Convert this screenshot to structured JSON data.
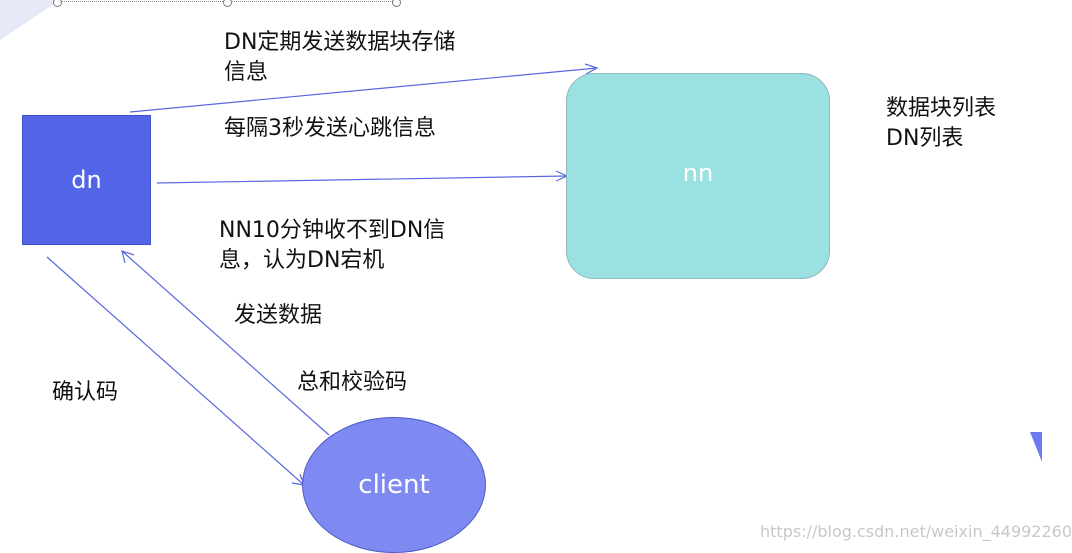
{
  "nodes": {
    "dn": "dn",
    "nn": "nn",
    "client": "client"
  },
  "labels": {
    "heartbeat_block_report_line1": "DN定期发送数据块存储",
    "heartbeat_block_report_line2": "信息",
    "heartbeat_interval": "每隔3秒发送心跳信息",
    "timeout_line1": "NN10分钟收不到DN信",
    "timeout_line2": "息，认为DN宕机",
    "send_data": "发送数据",
    "checksum": "总和校验码",
    "ack": "确认码",
    "nn_meta_line1": "数据块列表",
    "nn_meta_line2": "DN列表"
  },
  "watermark": "https://blog.csdn.net/weixin_44992260",
  "colors": {
    "dn_fill": "#5165e6",
    "nn_fill": "#9be1e2",
    "client_fill": "#7e89f2",
    "arrow": "#5a68e0"
  }
}
